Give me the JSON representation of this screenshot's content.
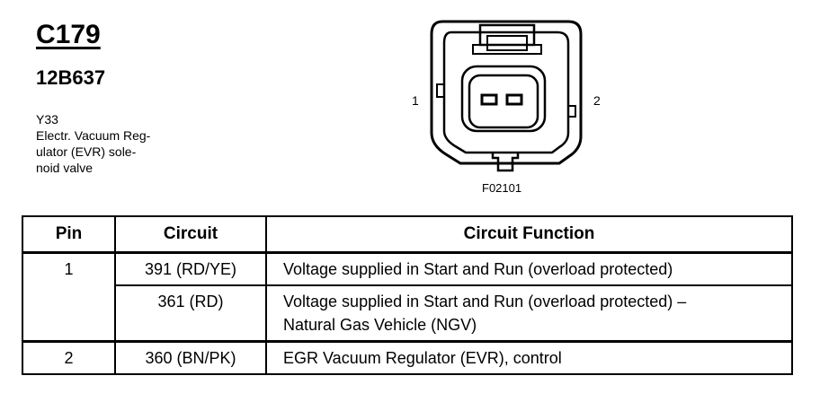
{
  "connector": {
    "id": "C179",
    "part_number": "12B637",
    "description_lines": [
      "Y33",
      "Electr. Vacuum Reg-",
      "ulator (EVR) sole-",
      "noid valve"
    ]
  },
  "diagram": {
    "pin_left": "1",
    "pin_right": "2",
    "figure_code": "F02101"
  },
  "table": {
    "headers": {
      "pin": "Pin",
      "circuit": "Circuit",
      "function": "Circuit Function"
    },
    "rows": [
      {
        "pin": "1",
        "circuit": "391 (RD/YE)",
        "function_lines": [
          "Voltage supplied in Start and Run (overload protected)"
        ]
      },
      {
        "pin": "",
        "circuit": "361 (RD)",
        "function_lines": [
          "Voltage supplied in Start and Run (overload protected) –",
          "Natural Gas Vehicle (NGV)"
        ]
      },
      {
        "pin": "2",
        "circuit": "360 (BN/PK)",
        "function_lines": [
          "EGR Vacuum Regulator (EVR), control"
        ]
      }
    ]
  }
}
